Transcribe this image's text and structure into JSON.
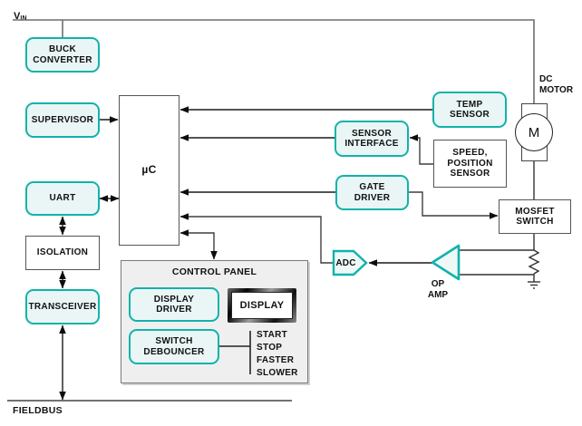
{
  "colors": {
    "teal": "#12b2ab",
    "teal_fill": "#e9f6f5",
    "line_gray": "#6e6e6e",
    "line_dark": "#1a1a1a",
    "panel_fill": "#efefef"
  },
  "power": {
    "vin_label": "V",
    "vin_sub": "IN"
  },
  "blocks": {
    "buck_converter": "BUCK\nCONVERTER",
    "supervisor": "SUPERVISOR",
    "uart": "UART",
    "isolation": "ISOLATION",
    "transceiver": "TRANSCEIVER",
    "mcu": "µC",
    "temp_sensor": "TEMP\nSENSOR",
    "sensor_interface": "SENSOR\nINTERFACE",
    "speed_position_sensor": "SPEED,\nPOSITION\nSENSOR",
    "gate_driver": "GATE\nDRIVER",
    "mosfet_switch": "MOSFET\nSWITCH",
    "adc": "ADC",
    "op_amp": "OP\nAMP",
    "dc_motor_label": "DC\nMOTOR",
    "motor_symbol": "M"
  },
  "control_panel": {
    "title": "CONTROL PANEL",
    "display_driver": "DISPLAY\nDRIVER",
    "display": "DISPLAY",
    "switch_debouncer": "SWITCH\nDEBOUNCER",
    "buttons": [
      "START",
      "STOP",
      "FASTER",
      "SLOWER"
    ]
  },
  "bus": {
    "fieldbus_label": "FIELDBUS"
  }
}
